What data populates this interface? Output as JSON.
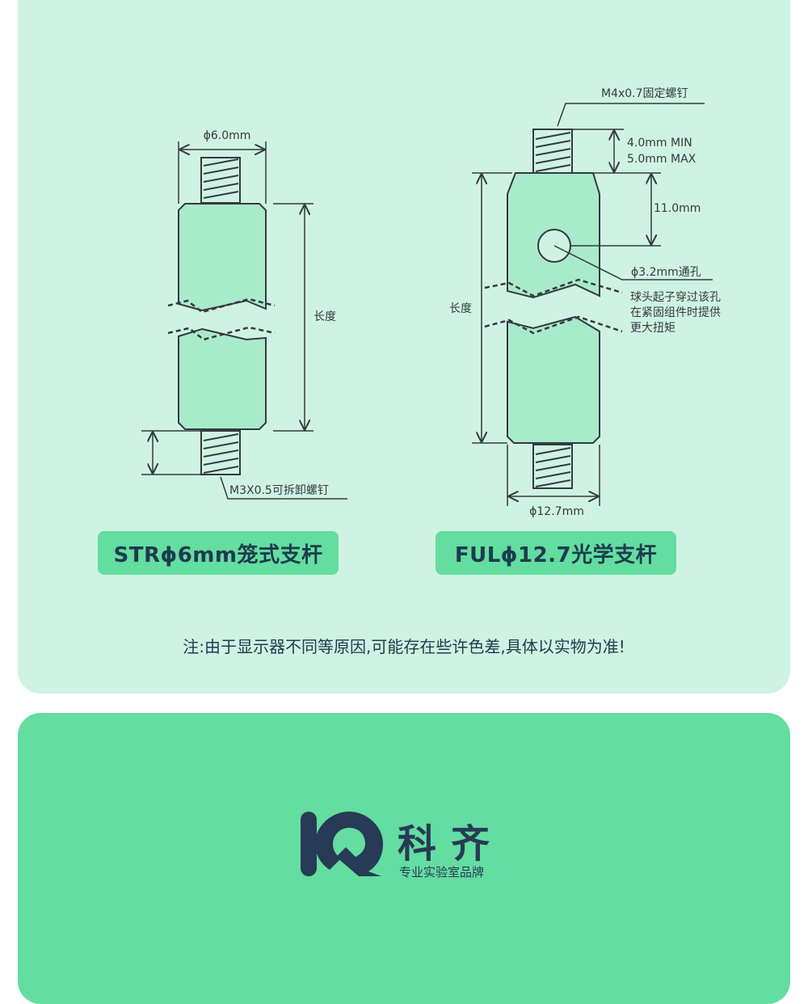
{
  "left_part": {
    "diameter_label": "ϕ6.0mm",
    "length_label": "长度",
    "screw_label": "M3X0.5可拆卸螺钉",
    "title": "STRϕ6mm笼式支杆"
  },
  "right_part": {
    "screw_label": "M4x0.7固定螺钉",
    "thread_min": "4.0mm MIN",
    "thread_max": "5.0mm MAX",
    "hole_offset": "11.0mm",
    "hole_label": "ϕ3.2mm通孔",
    "hole_note_line1": "球头起子穿过该孔",
    "hole_note_line2": "在紧固组件时提供",
    "hole_note_line3": "更大扭矩",
    "length_label": "长度",
    "diameter_label": "ϕ12.7mm",
    "title": "FULϕ12.7光学支杆"
  },
  "note": "注:由于显示器不同等原因,可能存在些许色差,具体以实物为准!",
  "brand": {
    "name": "科齐",
    "slogan": "专业实验室品牌",
    "logo_icon": "kq-logo-icon"
  },
  "colors": {
    "light_panel": "#cff3e2",
    "green": "#63dda0",
    "part_fill": "#a8ebcb",
    "dark_text": "#1d3b4f",
    "brand_navy": "#273a56"
  }
}
